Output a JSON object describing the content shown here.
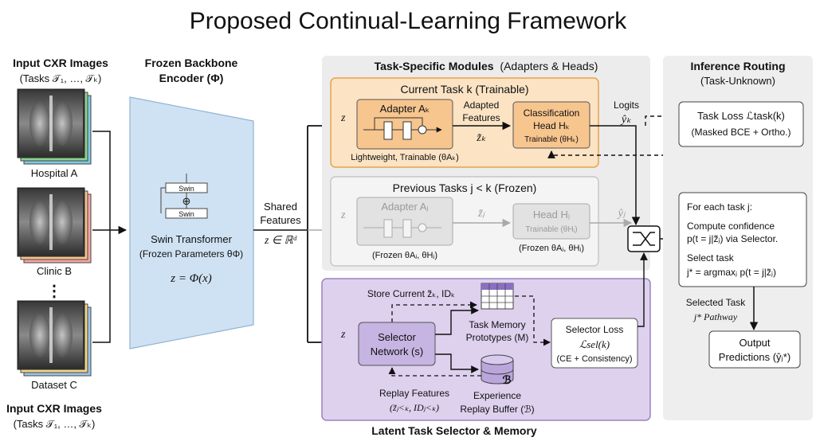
{
  "title": "Proposed Continual-Learning Framework",
  "input_top": {
    "heading": "Input CXR Images",
    "tasks": "(Tasks 𝒯₁, …, 𝒯ₖ)"
  },
  "input_bottom": {
    "heading": "Input CXR Images",
    "tasks": "(Tasks 𝒯₁, …, 𝒯ₖ)"
  },
  "hospitals": [
    "Hospital A",
    "Clinic B",
    "Dataset C"
  ],
  "ellipsis": "⋮",
  "backbone": {
    "heading": "Frozen Backbone",
    "heading2": "Encoder (Φ)",
    "block_label": "Swin",
    "plus": "⊕",
    "name": "Swin Transformer",
    "params": "(Frozen Parameters θΦ)",
    "formula": "z = Φ(x)"
  },
  "shared": {
    "label1": "Shared",
    "label2": "Features",
    "formula": "z ∈ ℝᵈ"
  },
  "modules": {
    "heading_bold": "Task-Specific Modules",
    "heading_rest": "(Adapters & Heads)"
  },
  "current": {
    "title": "Current Task k (Trainable)",
    "z": "z",
    "adapter": "Adapter Aₖ",
    "adapted1": "Adapted",
    "adapted2": "Features",
    "zk": "z̃ₖ",
    "head1": "Classification",
    "head2": "Head Hₖ",
    "head3": "Trainable (θHₖ)",
    "caption": "Lightweight, Trainable (θAₖ)"
  },
  "previous": {
    "title": "Previous Tasks j < k (Frozen)",
    "z": "z",
    "adapter": "Adapter Aⱼ",
    "zj": "z̃ⱼ",
    "head": "Head Hⱼ",
    "head_sub": "Trainable (θHⱼ)",
    "yj": "ŷⱼ",
    "cap1": "(Frozen θAⱼ, θHⱼ)",
    "cap2": "(Frozen θAⱼ, θHⱼ)"
  },
  "logits": {
    "label": "Logits",
    "symbol": "ŷₖ"
  },
  "selector_panel": {
    "title": "Latent Task Selector & Memory",
    "store": "Store Current z̃ₖ, IDₖ",
    "z": "z",
    "selector1": "Selector",
    "selector2": "Network (s)",
    "memory1": "Task Memory",
    "memory2": "Prototypes (M)",
    "buffer1": "Experience",
    "buffer2": "Replay Buffer (ℬ)",
    "buffer_icon": "ℬ",
    "replay1": "Replay Features",
    "replay2": "(z̃ⱼ<ₖ, IDⱼ<ₖ)",
    "loss1": "Selector Loss",
    "loss2": "ℒsel(k)",
    "loss3": "(CE + Consistency)"
  },
  "inference": {
    "heading": "Inference Routing",
    "sub": "(Task-Unknown)",
    "task_loss1": "Task Loss ℒtask(k)",
    "task_loss2": "(Masked BCE + Ortho.)",
    "l1": "For each task j:",
    "l2": "Compute confidence",
    "l3": "p(t = j|z̃ⱼ) via Selector.",
    "l4": "Select task",
    "l5": "j* = argmaxⱼ p(t = j|z̃ⱼ)",
    "selected1": "Selected Task",
    "selected2": "j* Pathway",
    "out1": "Output",
    "out2": "Predictions (ŷⱼ*)"
  }
}
